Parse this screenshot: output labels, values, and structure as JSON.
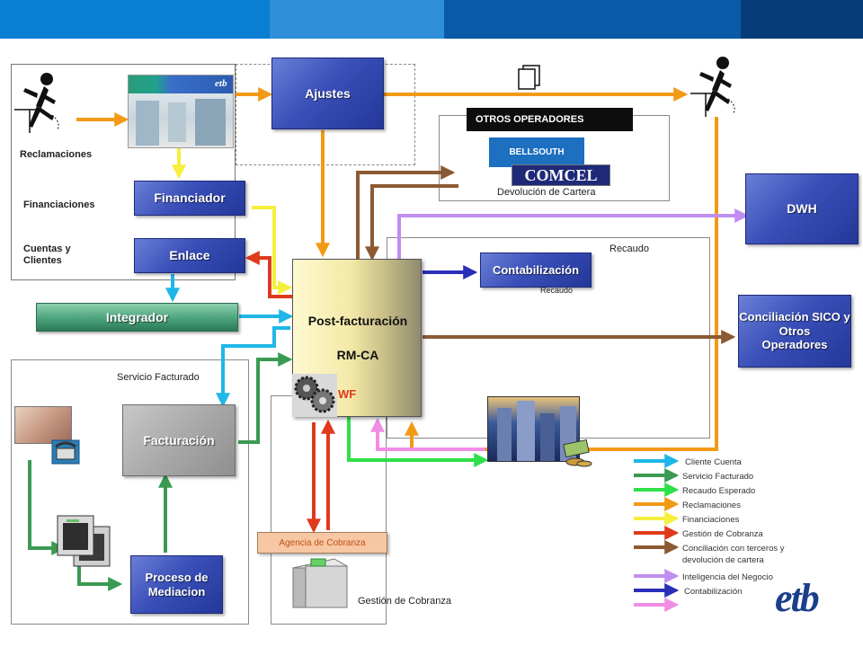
{
  "header": {
    "colors": [
      "#0a7ed3",
      "#2e8fd8",
      "#0b5aa7",
      "#063d78"
    ]
  },
  "nodes": {
    "ajustes": "Ajustes",
    "financiador": "Financiador",
    "enlace": "Enlace",
    "integrador": "Integrador",
    "post_line1": "Post-facturación",
    "post_line2": "RM-CA",
    "wf": "WF",
    "contabilizacion": "Contabilización",
    "dwh": "DWH",
    "conciliacion_line1": "Conciliación SICO y",
    "conciliacion_line2": "Otros",
    "conciliacion_line3": "Operadores",
    "facturacion": "Facturación",
    "proceso_line1": "Proceso de",
    "proceso_line2": "Mediacion",
    "agencia": "Agencia de Cobranza",
    "otros_operadores": "OTROS OPERADORES",
    "bellsouth": "BELLSOUTH",
    "comcel": "COMCEL"
  },
  "labels": {
    "reclamaciones": "Reclamaciones",
    "financiaciones": "Financiaciones",
    "cuentas_l1": "Cuentas y",
    "cuentas_l2": "Clientes",
    "devolucion": "Devolución de Cartera",
    "recaudo_top": "Recaudo",
    "recaudo_small": "Recaudo",
    "servicio_facturado": "Servicio Facturado",
    "gestion_cobranza": "Gestión de Cobranza",
    "etb_logo": "etb"
  },
  "legend": [
    {
      "label": "Cliente Cuenta",
      "color": "#1fb7e8"
    },
    {
      "label": "Servicio Facturado",
      "color": "#3a9a52"
    },
    {
      "label": "Recaudo Esperado",
      "color": "#2ee04a"
    },
    {
      "label": "Reclamaciones",
      "color": "#f29a16"
    },
    {
      "label": "Financiaciones",
      "color": "#f6ef3c"
    },
    {
      "label": "Gestión de Cobranza",
      "color": "#e03a1c"
    },
    {
      "label": "Conciliación con terceros y",
      "color": "#8c5a32"
    },
    {
      "label": "devolución de cartera",
      "color": ""
    },
    {
      "label": "Inteligencia del Negocio",
      "color": "#c18ef0"
    },
    {
      "label": "Contabilización",
      "color": "#2a2fb8"
    }
  ],
  "colors": {
    "cliente_cuenta": "#1fb7e8",
    "servicio_facturado": "#3a9a52",
    "recaudo_esperado": "#2ee04a",
    "reclamaciones": "#f29a16",
    "financiaciones": "#f6ef3c",
    "gestion_cobranza": "#e03a1c",
    "conciliacion": "#8c5a32",
    "inteligencia": "#c18ef0",
    "contabilizacion": "#2a2fb8",
    "extra_pink": "#f08ee6"
  }
}
